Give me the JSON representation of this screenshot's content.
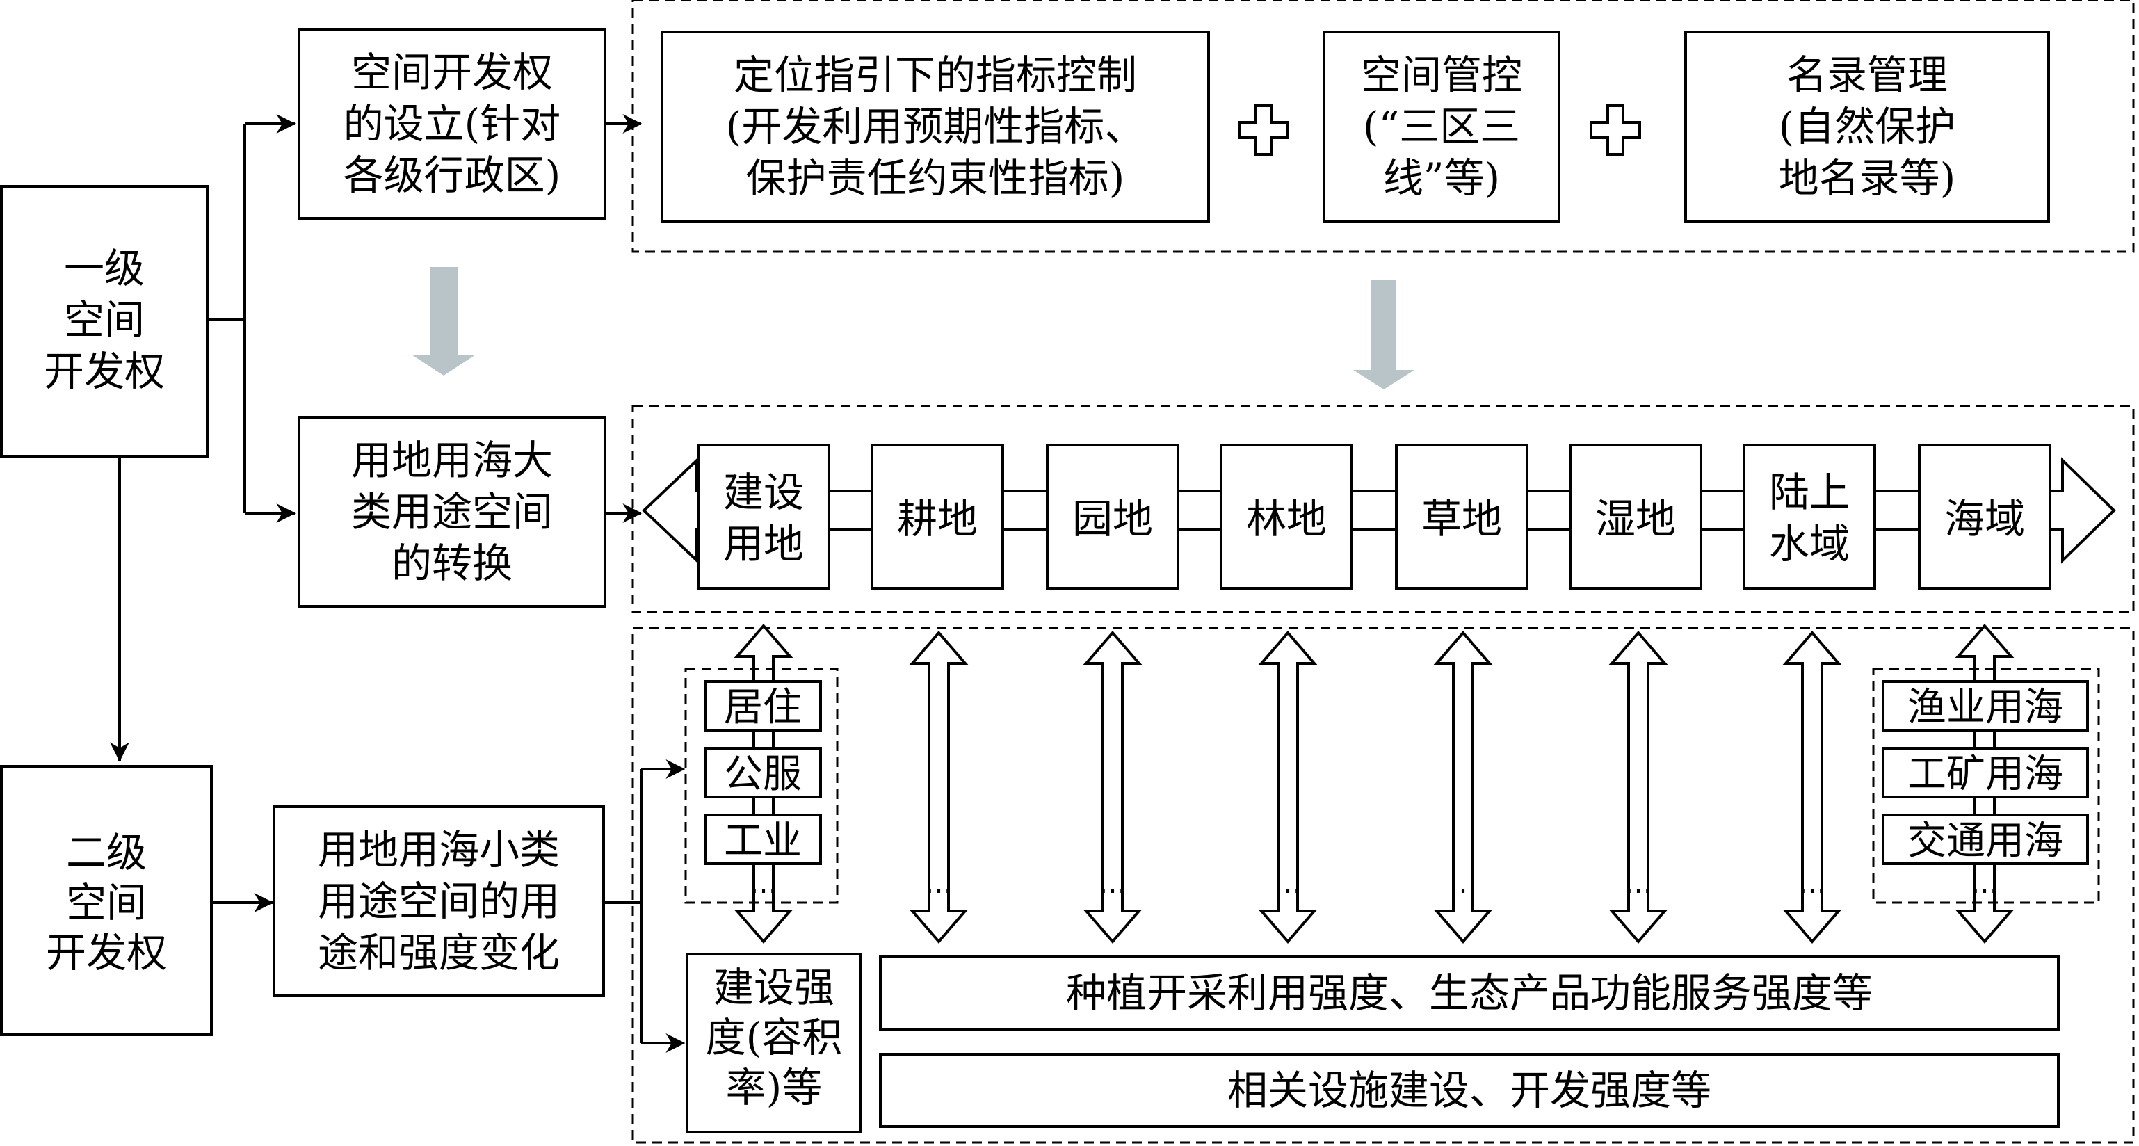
{
  "level1": {
    "line1": "一级",
    "line2": "空间",
    "line3": "开发权"
  },
  "level2": {
    "line1": "二级",
    "line2": "空间",
    "line3": "开发权"
  },
  "establishment": {
    "line1": "空间开发权",
    "line2": "的设立(针对",
    "line3": "各级行政区)"
  },
  "index_control": {
    "line1": "定位指引下的指标控制",
    "line2": "(开发利用预期性指标、",
    "line3": "保护责任约束性指标)"
  },
  "space_control": {
    "line1": "空间管控",
    "line2": "(“三区三",
    "line3": "线”等)"
  },
  "list_management": {
    "line1": "名录管理",
    "line2": "(自然保护",
    "line3": "地名录等)"
  },
  "major_conversion": {
    "line1": "用地用海大",
    "line2": "类用途空间",
    "line3": "的转换"
  },
  "minor_change": {
    "line1": "用地用海小类",
    "line2": "用途空间的用",
    "line3": "途和强度变化"
  },
  "land_categories": [
    {
      "line1": "建设",
      "line2": "用地"
    },
    {
      "line1": "耕地",
      "line2": ""
    },
    {
      "line1": "园地",
      "line2": ""
    },
    {
      "line1": "林地",
      "line2": ""
    },
    {
      "line1": "草地",
      "line2": ""
    },
    {
      "line1": "湿地",
      "line2": ""
    },
    {
      "line1": "陆上",
      "line2": "水域"
    },
    {
      "line1": "海域",
      "line2": ""
    }
  ],
  "construction_subtypes": [
    "居住",
    "公服",
    "工业"
  ],
  "sea_subtypes": [
    "渔业用海",
    "工矿用海",
    "交通用海"
  ],
  "ellipsis": "…",
  "construction_intensity": {
    "line1": "建设强",
    "line2": "度(容积",
    "line3": "率)等"
  },
  "planting_intensity": "种植开采利用强度、生态产品功能服务强度等",
  "facility_intensity": "相关设施建设、开发强度等",
  "colors": {
    "gray_arrow": "#b8c4c8",
    "stroke": "#000000"
  }
}
